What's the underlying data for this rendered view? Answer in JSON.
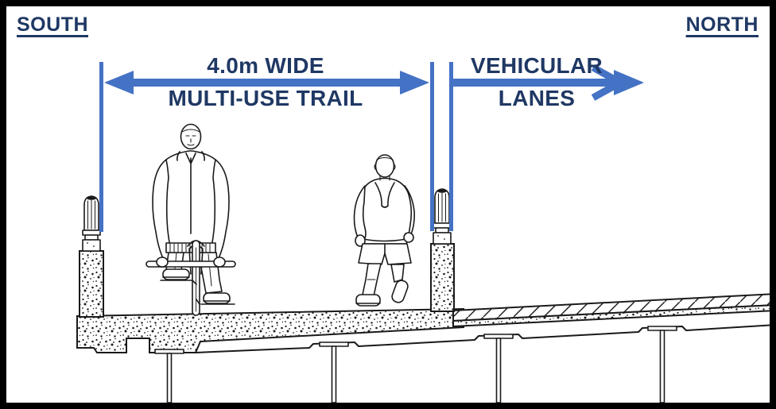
{
  "diagram": {
    "south_label": "SOUTH",
    "north_label": "NORTH",
    "trail_dimension": {
      "width_text": "4.0m WIDE",
      "name_text": "MULTI-USE TRAIL",
      "arrow_style": "double-headed horizontal arrow between two vertical extension lines"
    },
    "vehicular_dimension": {
      "line1": "VEHICULAR",
      "line2": "LANES",
      "arrow_style": "right-pointing arrow with double arrowhead"
    }
  },
  "drawing_elements": [
    "cyclist-figure",
    "runner-figure",
    "concrete-parapet-left",
    "concrete-parapet-right",
    "railing-post-left",
    "railing-post-right",
    "bridge-deck-slab",
    "asphalt-roadway-surface",
    "steel-girders"
  ],
  "colors": {
    "label_navy": "#1F3864",
    "arrow_blue": "#4472C4",
    "drawing_ink": "#1a1a1a",
    "frame_black": "#000000",
    "background": "#ffffff"
  }
}
